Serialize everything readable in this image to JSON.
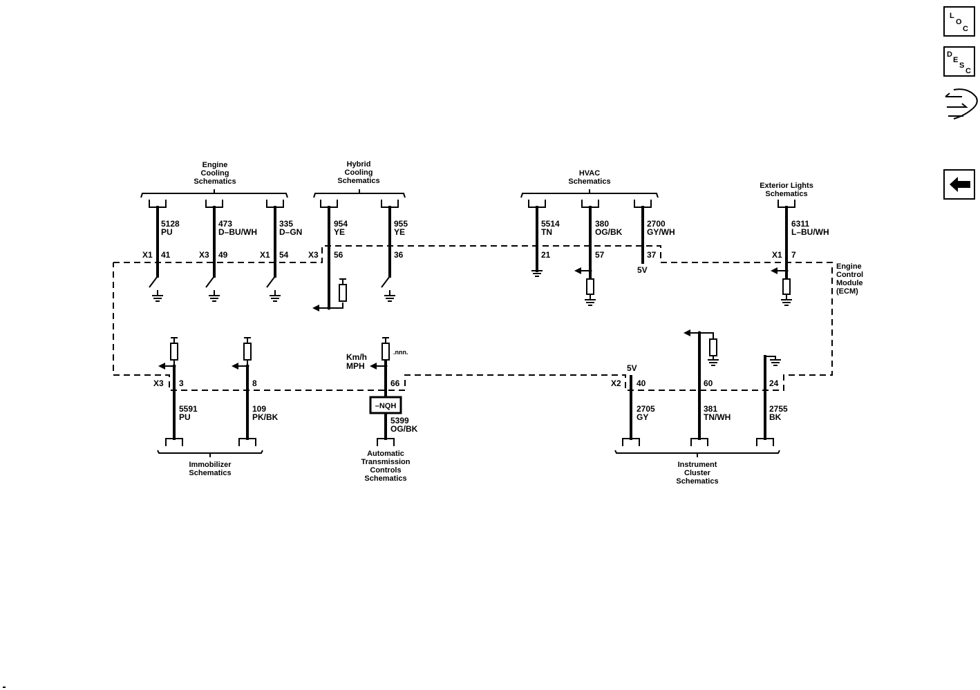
{
  "nav": {
    "loc": {
      "l1": "L",
      "l2": "O",
      "l3": "C"
    },
    "desc": {
      "l1": "D",
      "l2": "E",
      "l3": "S",
      "l4": "C"
    }
  },
  "ecm": {
    "l1": "Engine",
    "l2": "Control",
    "l3": "Module",
    "l4": "(ECM)"
  },
  "groups": {
    "engine_cooling": {
      "l1": "Engine",
      "l2": "Cooling",
      "l3": "Schematics"
    },
    "hybrid_cooling": {
      "l1": "Hybrid",
      "l2": "Cooling",
      "l3": "Schematics"
    },
    "hvac": {
      "l1": "HVAC",
      "l2": "Schematics"
    },
    "exterior_lights": {
      "l1": "Exterior Lights",
      "l2": "Schematics"
    },
    "immobilizer": {
      "l1": "Immobilizer",
      "l2": "Schematics"
    },
    "automatic_transmission": {
      "l1": "Automatic",
      "l2": "Transmission",
      "l3": "Controls",
      "l4": "Schematics"
    },
    "instrument_cluster": {
      "l1": "Instrument",
      "l2": "Cluster",
      "l3": "Schematics"
    }
  },
  "circuits": {
    "c5128": {
      "num": "5128",
      "color": "PU",
      "conn": "X1",
      "pin": "41"
    },
    "c473": {
      "num": "473",
      "color": "D–BU/WH",
      "conn": "X3",
      "pin": "49"
    },
    "c335": {
      "num": "335",
      "color": "D–GN",
      "conn": "X1",
      "pin": "54"
    },
    "c954": {
      "num": "954",
      "color": "YE",
      "conn": "X3",
      "pin": "56"
    },
    "c955": {
      "num": "955",
      "color": "YE",
      "pin": "36"
    },
    "c5514": {
      "num": "5514",
      "color": "TN",
      "pin": "21"
    },
    "c380": {
      "num": "380",
      "color": "OG/BK",
      "pin": "57"
    },
    "c2700": {
      "num": "2700",
      "color": "GY/WH",
      "pin": "37",
      "volt": "5V"
    },
    "c6311": {
      "num": "6311",
      "color": "L–BU/WH",
      "conn": "X1",
      "pin": "7"
    },
    "c5591": {
      "num": "5591",
      "color": "PU",
      "conn": "X3",
      "pin": "3"
    },
    "c109": {
      "num": "109",
      "color": "PK/BK",
      "pin": "8"
    },
    "c5399": {
      "num": "5399",
      "color": "OG/BK",
      "pin": "66",
      "speed1": "Km/h",
      "speed2": "MPH",
      "box": "–NQH"
    },
    "c2705": {
      "num": "2705",
      "color": "GY",
      "conn": "X2",
      "pin": "40",
      "volt": "5V"
    },
    "c381": {
      "num": "381",
      "color": "TN/WH",
      "pin": "60"
    },
    "c2755": {
      "num": "2755",
      "color": "BK",
      "pin": "24"
    }
  }
}
